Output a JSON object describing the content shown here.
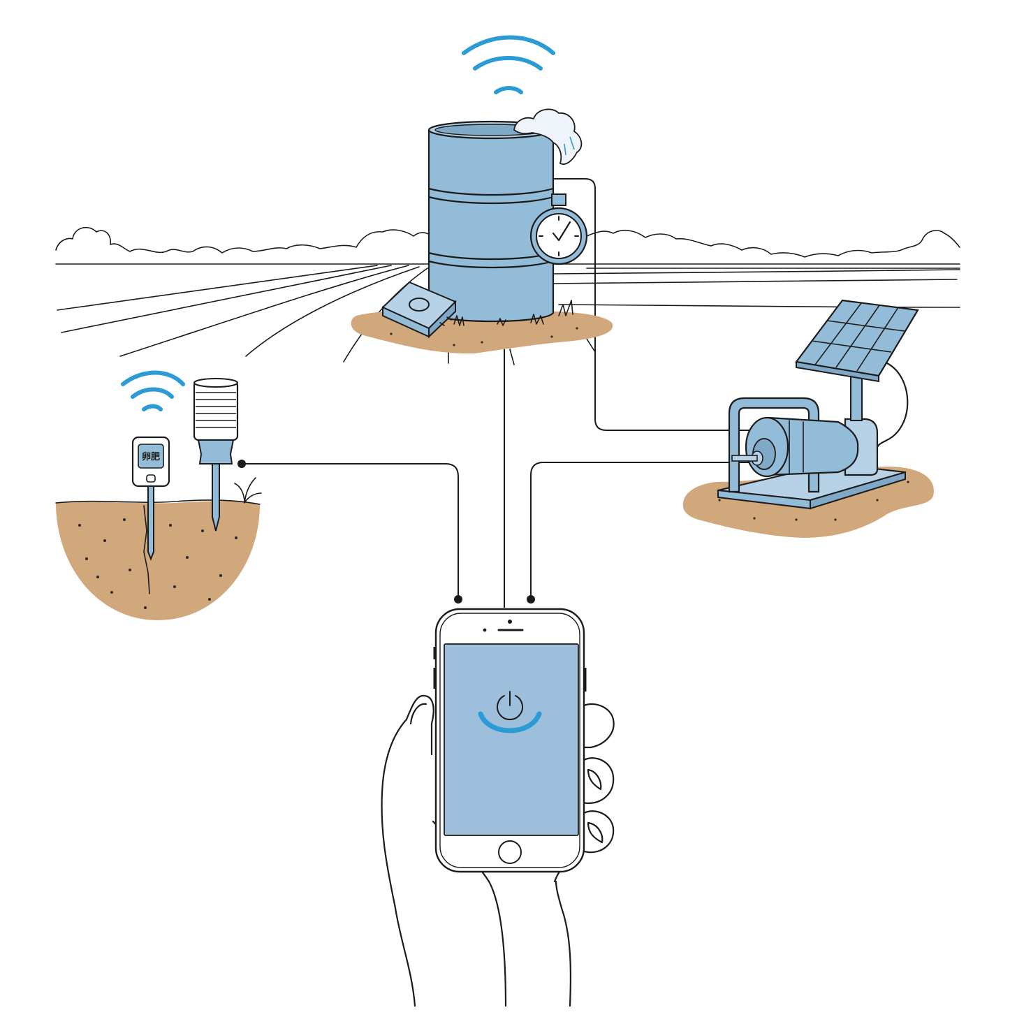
{
  "colors": {
    "ink": "#1b1b1b",
    "equipment_blue": "#93bcd9",
    "panel_blue": "#9dbfdc",
    "soil": "#d1a77c",
    "soil_dot": "#2a2a2a",
    "wifi_accent": "#2b9bd6",
    "background": "#ffffff"
  },
  "sensor_display_text": "卵肥",
  "components": {
    "water_barrel": {
      "icon": "barrel-icon"
    },
    "flow_gauge": {
      "icon": "gauge-clock-icon"
    },
    "hub_module": {
      "icon": "hub-module-icon"
    },
    "soil_probe": {
      "icon": "soil-moisture-probe-icon"
    },
    "rain_sensor": {
      "icon": "weather-sensor-icon"
    },
    "solar_pump": {
      "icon": "solar-pump-icon"
    },
    "smartphone": {
      "icon": "smartphone-icon",
      "app_icon": "power-icon"
    }
  },
  "signals": [
    "wifi-barrel",
    "wifi-probe"
  ]
}
